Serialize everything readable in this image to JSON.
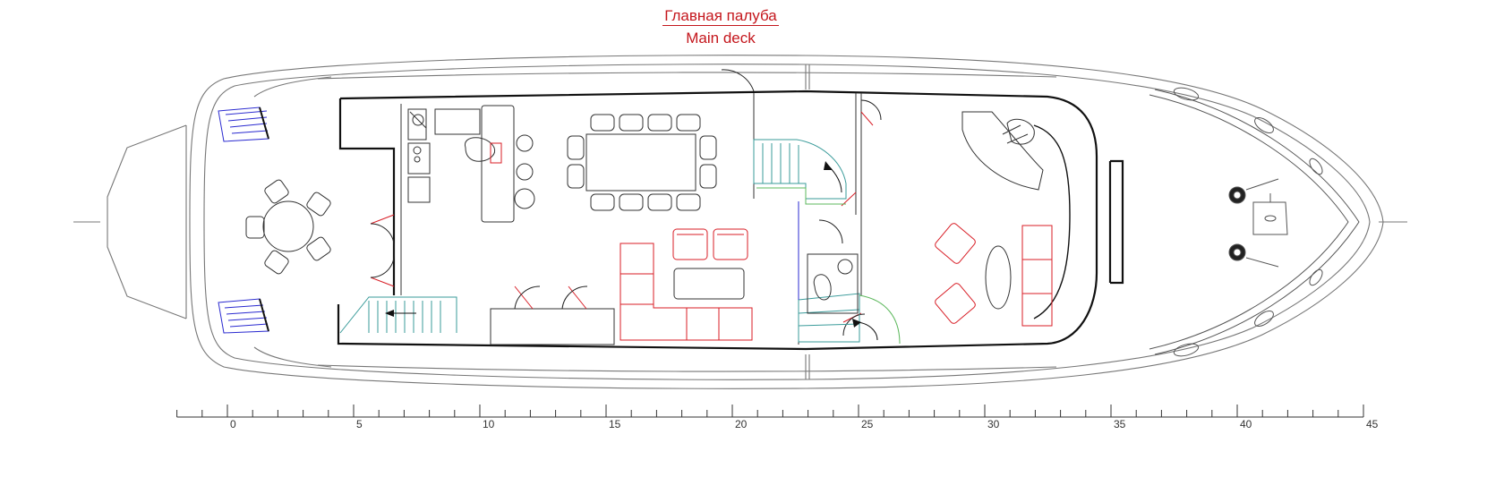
{
  "title": {
    "ru": "Главная палуба",
    "en": "Main deck"
  },
  "scale": {
    "labels": [
      "0",
      "5",
      "10",
      "15",
      "20",
      "25",
      "30",
      "35",
      "40",
      "45"
    ],
    "major_step": 5,
    "min": -2,
    "max": 45
  },
  "colors": {
    "hull": "#777777",
    "structure": "#111111",
    "furniture_red": "#d81e26",
    "stairs_teal": "#3a9b9a",
    "stairs_green": "#5cb85c",
    "steps_blue": "#2a2ad0",
    "title_red": "#c4161c"
  },
  "icons": [
    "compass-rose-icon",
    "scale-bar"
  ]
}
